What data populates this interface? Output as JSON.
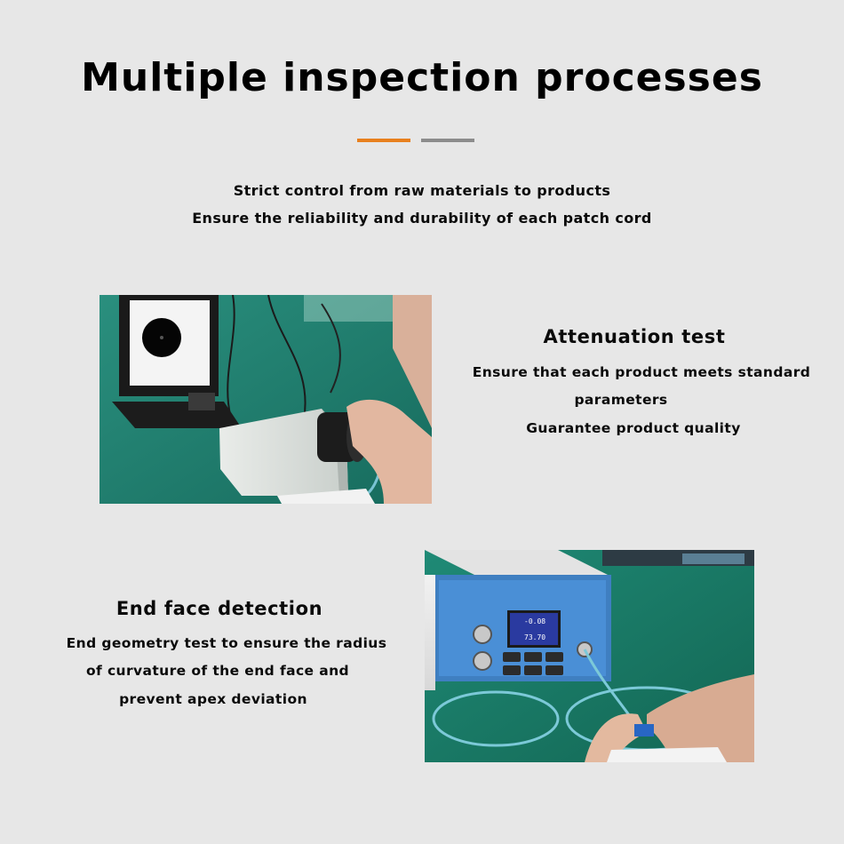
{
  "title": "Multiple inspection processes",
  "accent_colors": {
    "orange": "#e8801e",
    "gray": "#8c8c8c"
  },
  "subtitle": {
    "line1": "Strict control from raw materials to products",
    "line2": "Ensure the reliability and durability of each patch cord"
  },
  "sections": {
    "attenuation": {
      "heading": "Attenuation test",
      "lines": [
        "Ensure that each product meets standard",
        "parameters",
        "Guarantee product quality"
      ],
      "photo_screen_text": ""
    },
    "endface": {
      "heading": "End face detection",
      "lines": [
        "End geometry test to ensure the radius",
        "of curvature of the end face and",
        "prevent apex deviation"
      ],
      "display": {
        "reading_1": "-0.08",
        "reading_2": "73.70"
      }
    }
  }
}
